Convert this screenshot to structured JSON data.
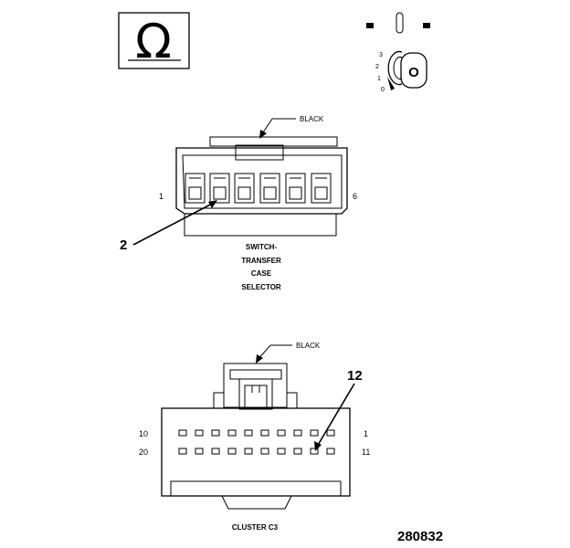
{
  "omega_symbol": "Ω",
  "ignition": {
    "key_letter": "O",
    "positions": [
      "3",
      "2",
      "1",
      "0"
    ]
  },
  "connector_top": {
    "color_label": "BLACK",
    "pin_first": "1",
    "pin_last": "6",
    "callout": "2",
    "caption": [
      "SWITCH-",
      "TRANSFER",
      "CASE",
      "SELECTOR"
    ]
  },
  "connector_bottom": {
    "color_label": "BLACK",
    "row1_left": "10",
    "row1_right": "1",
    "row2_left": "20",
    "row2_right": "11",
    "callout": "12",
    "caption": "CLUSTER C3"
  },
  "figure_number": "280832"
}
